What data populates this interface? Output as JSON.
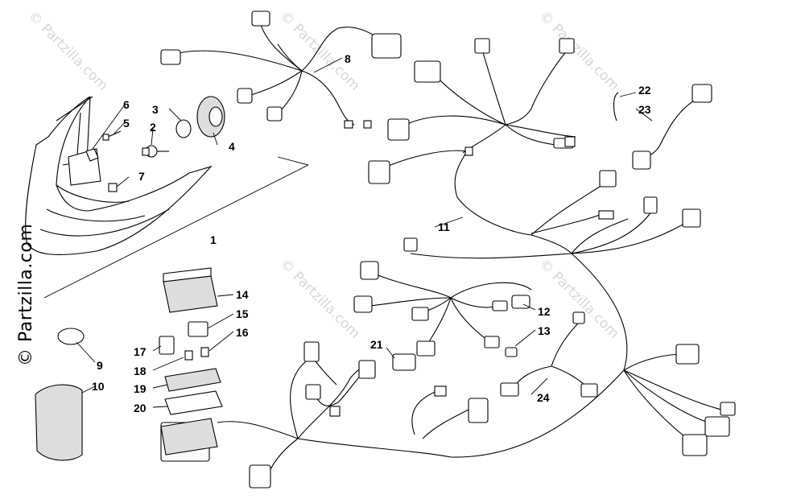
{
  "watermark": {
    "text": "© Partzilla.com"
  },
  "side_watermark": "© Partzilla.com",
  "callouts": {
    "c1": "1",
    "c2": "2",
    "c3": "3",
    "c4": "4",
    "c5": "5",
    "c6": "6",
    "c7": "7",
    "c8": "8",
    "c9": "9",
    "c10": "10",
    "c11": "11",
    "c12": "12",
    "c13": "13",
    "c14": "14",
    "c15": "15",
    "c16": "16",
    "c17": "17",
    "c18": "18",
    "c19": "19",
    "c20": "20",
    "c21": "21",
    "c22": "22",
    "c23": "23",
    "c24": "24"
  }
}
